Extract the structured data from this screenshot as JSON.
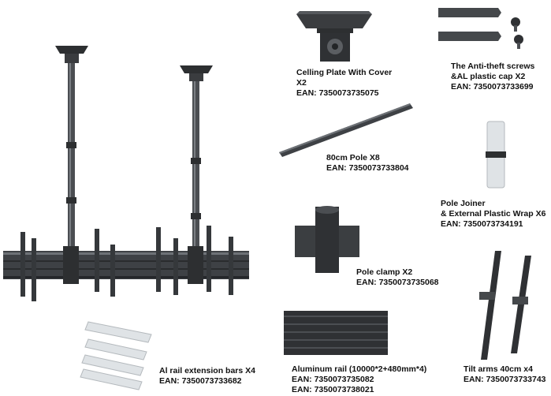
{
  "items": [
    {
      "key": "ceiling_plate",
      "lines": [
        "Celling Plate With Cover",
        "X2",
        "EAN: 7350073735075"
      ]
    },
    {
      "key": "antitheft",
      "lines": [
        "The Anti-theft screws",
        "&AL plastic cap X2",
        "EAN: 7350073733699"
      ]
    },
    {
      "key": "pole",
      "lines": [
        "80cm Pole X8",
        "EAN: 7350073733804"
      ]
    },
    {
      "key": "pole_joiner",
      "lines": [
        "Pole Joiner",
        "& External Plastic Wrap X6",
        "EAN: 7350073734191"
      ]
    },
    {
      "key": "pole_clamp",
      "lines": [
        "Pole clamp X2",
        "EAN: 7350073735068"
      ]
    },
    {
      "key": "extension_bars",
      "lines": [
        "Al rail extension bars X4",
        "EAN: 7350073733682"
      ]
    },
    {
      "key": "aluminum_rail",
      "lines": [
        "Aluminum rail (10000*2+480mm*4)",
        "EAN: 7350073735082",
        "EAN: 7350073738021"
      ]
    },
    {
      "key": "tilt_arms",
      "lines": [
        "Tilt arms 40cm x4",
        "EAN: 7350073733743"
      ]
    }
  ],
  "colors": {
    "metal_dark": "#2d2f31",
    "metal_mid": "#55585c",
    "metal_light": "#8a8e93",
    "plastic": "#dfe3e6"
  }
}
